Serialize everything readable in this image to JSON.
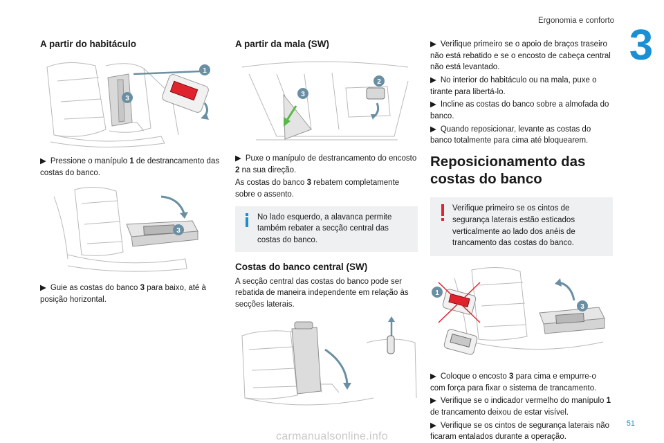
{
  "header": {
    "title": "Ergonomia e conforto",
    "chapter": "3"
  },
  "footer": {
    "page_number": "51",
    "watermark": "carmanualsonline.info"
  },
  "col1": {
    "heading": "A partir do habitáculo",
    "fig1_callouts": [
      "1",
      "3"
    ],
    "step1_pre": "Pressione o manípulo ",
    "step1_num": "1",
    "step1_post": " de destrancamento das costas do banco.",
    "fig2_callouts": [
      "3"
    ],
    "step2_pre": "Guie as costas do banco ",
    "step2_num": "3",
    "step2_post": " para baixo, até à posição horizontal."
  },
  "col2": {
    "heading": "A partir da mala (SW)",
    "fig_callouts": [
      "3",
      "2"
    ],
    "step1_pre": "Puxe o manípulo de destrancamento do encosto ",
    "step1_num": "2",
    "step1_post": " na sua direção.",
    "line2_pre": "As costas do banco ",
    "line2_num": "3",
    "line2_post": " rebatem completamente sobre o assento.",
    "info": "No lado esquerdo, a alavanca permite também rebater a secção central das costas do banco.",
    "heading2": "Costas do banco central (SW)",
    "para": "A secção central das costas do banco pode ser rebatida de maneira independente em relação às secções laterais."
  },
  "col3": {
    "steps": [
      "Verifique primeiro se o apoio de braços traseiro não está rebatido e se o encosto de cabeça central não está levantado.",
      "No interior do habitáculo ou na mala, puxe o tirante para libertá-lo.",
      "Incline as costas do banco sobre a almofada do banco.",
      "Quando reposicionar, levante as costas do banco totalmente para cima até bloquearem."
    ],
    "heading": "Reposicionamento das costas do banco",
    "warning": "Verifique primeiro se os cintos de segurança laterais estão esticados verticalmente ao lado dos anéis de trancamento das costas do banco.",
    "fig_callouts": [
      "1",
      "3"
    ],
    "step_a_pre": "Coloque o encosto ",
    "step_a_num": "3",
    "step_a_post": " para cima e empurre-o com força para fixar o sistema de trancamento.",
    "step_b_pre": "Verifique se o indicador vermelho do manípulo ",
    "step_b_num": "1",
    "step_b_post": " de trancamento deixou de estar visível.",
    "step_c": "Verifique se os cintos de segurança laterais não ficaram entalados durante a operação."
  },
  "colors": {
    "accent": "#1b8fd4",
    "callout": "#6a8fa3",
    "red": "#e0242e",
    "panel": "#eef0f2"
  },
  "icons": {
    "bullet": "▶",
    "info": "info-icon",
    "warning": "warning-icon"
  }
}
